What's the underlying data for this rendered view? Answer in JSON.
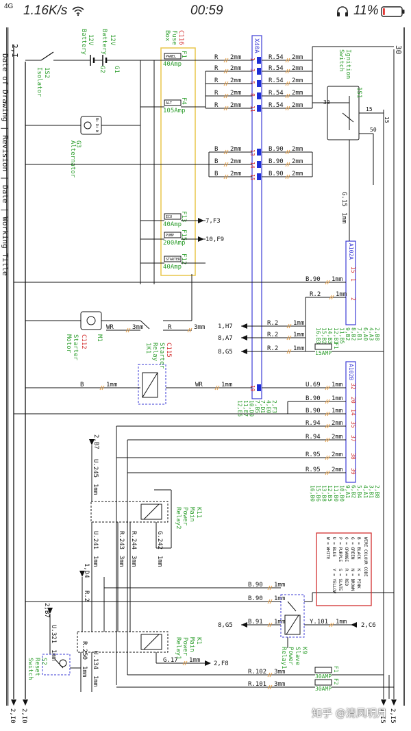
{
  "status_bar": {
    "network": "4G",
    "speed": "1.16K/s",
    "time": "00:59",
    "battery": "11%",
    "battery_level": 0.11,
    "battery_color": "#e53935"
  },
  "watermark": "知乎 @清风明月",
  "colors": {
    "wire": "#111111",
    "label_green": "#2e9e2e",
    "label_red": "#d32f2f",
    "connector_blue": "#3b3bd6",
    "fuse_box": "#e8c64a"
  },
  "sheet": {
    "left_margin_text": "Date of Drawing | Revision | Date | Working Title"
  },
  "top_labels": {
    "left": "2,I",
    "right": "30"
  },
  "components": {
    "isolator": {
      "code": "1S2",
      "name": "Isolator"
    },
    "battery1": {
      "code": "G1",
      "line1": "12V",
      "line2": "Battery"
    },
    "battery2": {
      "code": "G2",
      "line1": "12V",
      "line2": "Battery"
    },
    "alternator": {
      "code": "G3",
      "name": "Alternator",
      "pins": "B+ D+ W"
    },
    "fuse_box": {
      "code": "C116",
      "line1": "Fuse",
      "line2": "Box"
    },
    "starter_motor": {
      "code": "M1",
      "line1": "Starter",
      "line2": "Motor",
      "conn": "C112"
    },
    "starter_relay": {
      "code": "1K1",
      "conn": "C115",
      "line1": "Starter",
      "line2": "Relay"
    },
    "ignition_switch": {
      "code": "1S1",
      "line1": "Ignition",
      "line2": "Switch",
      "t30": "30",
      "t15": "15",
      "t50": "50"
    },
    "main_relay2": {
      "code": "K11",
      "line1": "Main",
      "line2": "Power",
      "line3": "Relay2"
    },
    "main_relay1": {
      "code": "K1",
      "line1": "Main",
      "line2": "Power",
      "line3": "Relay1"
    },
    "slave_relay": {
      "code": "K9",
      "line1": "Slave",
      "line2": "Power",
      "line3": "Relay1"
    },
    "reset_switch": {
      "code": "S2",
      "line1": "Reset",
      "line2": "Switch"
    }
  },
  "fuses": [
    {
      "id": "F1",
      "tag": "PANEL",
      "rating": "40Amp"
    },
    {
      "id": "F4",
      "tag": "ALT",
      "rating": "105Amp"
    },
    {
      "id": "F13",
      "tag": "ECU",
      "rating": "40Amp"
    },
    {
      "id": "F15",
      "tag": "PUMP",
      "rating": "200Amp"
    },
    {
      "id": "F12",
      "tag": "STARTER",
      "rating": "40Amp"
    },
    {
      "id": "F1",
      "tag": "",
      "rating": "15AMP"
    },
    {
      "id": "F1",
      "tag": "",
      "rating": "30AMP"
    },
    {
      "id": "F2",
      "tag": "",
      "rating": "30AMP"
    }
  ],
  "connectors": {
    "x40a": {
      "name": "X40A",
      "pins": [
        "1",
        "3",
        "5",
        "8",
        "11",
        "13",
        "14",
        "15",
        "19"
      ]
    },
    "a102a": {
      "name": "A102A",
      "pins": [
        "15",
        "1",
        "2"
      ]
    },
    "a102b": {
      "name": "A102B",
      "pins": [
        "32",
        "20",
        "14",
        "35",
        "37",
        "38",
        "39"
      ]
    }
  },
  "wires_left": [
    {
      "label": "R",
      "size": "2mm"
    },
    {
      "label": "R",
      "size": "2mm"
    },
    {
      "label": "R",
      "size": "2mm"
    },
    {
      "label": "R",
      "size": "2mm"
    },
    {
      "label": "R",
      "size": "2mm"
    },
    {
      "label": "B",
      "size": "2mm"
    },
    {
      "label": "B",
      "size": "2mm"
    },
    {
      "label": "B",
      "size": "2mm"
    }
  ],
  "wires_right": [
    {
      "label": "R.54",
      "size": "2mm"
    },
    {
      "label": "R.54",
      "size": "2mm"
    },
    {
      "label": "R.54",
      "size": "2mm"
    },
    {
      "label": "R.54",
      "size": "2mm"
    },
    {
      "label": "R.54",
      "size": "2mm"
    },
    {
      "label": "B.90",
      "size": "2mm"
    },
    {
      "label": "B.90",
      "size": "2mm"
    },
    {
      "label": "B.90",
      "size": "2mm"
    }
  ],
  "signal_wires": {
    "g15": {
      "label": "G.15",
      "size": "1mm"
    },
    "b90_a": {
      "label": "B.90",
      "size": "1mm"
    },
    "r2_a": {
      "label": "R.2",
      "size": "1mm"
    },
    "r2_h7": {
      "label": "R.2",
      "size": "1mm",
      "ref": "1,H7"
    },
    "r2_a7": {
      "label": "R.2",
      "size": "1mm",
      "ref": "8,A7"
    },
    "r2_g5": {
      "label": "R.2",
      "size": "1mm",
      "ref": "8,G5"
    },
    "wr_start": {
      "label": "WR",
      "size": "3mm"
    },
    "r_start": {
      "label": "R",
      "size": "3mm"
    },
    "b_1mm": {
      "label": "B",
      "size": "1mm"
    },
    "wr_1mm": {
      "label": "WR",
      "size": "1mm"
    },
    "u69": {
      "label": "U.69",
      "size": "1mm"
    },
    "b90_b": {
      "label": "B.90",
      "size": "1mm"
    },
    "b90_c": {
      "label": "B.90",
      "size": "1mm"
    },
    "r94_a": {
      "label": "R.94",
      "size": "2mm"
    },
    "r94_b": {
      "label": "R.94",
      "size": "2mm"
    },
    "r95_a": {
      "label": "R.95",
      "size": "2mm"
    },
    "r95_b": {
      "label": "R.95",
      "size": "2mm"
    },
    "u245": {
      "label": "U.245",
      "size": "1mm"
    },
    "u241": {
      "label": "U.241",
      "size": "1mm"
    },
    "r243": {
      "label": "R.243",
      "size": "3mm"
    },
    "r244": {
      "label": "R.244",
      "size": "3mm"
    },
    "g242": {
      "label": "G.242",
      "size": "1mm"
    },
    "r2_v": {
      "label": "R.2",
      "size": ""
    },
    "b90_d": {
      "label": "B.90",
      "size": "1mm"
    },
    "b90_e": {
      "label": "B.90",
      "size": "1mm"
    },
    "b91": {
      "label": "B.91",
      "size": "1mm"
    },
    "y101": {
      "label": "Y.101",
      "size": "1mm"
    },
    "u321": {
      "label": "U.321",
      "size": "1mm"
    },
    "r250": {
      "label": "R.250",
      "size": "1mm"
    },
    "u134": {
      "label": "U.134",
      "size": "1mm"
    },
    "g17": {
      "label": "G.17",
      "size": "1mm"
    },
    "r102": {
      "label": "R.102",
      "size": "3mm"
    },
    "r101": {
      "label": "R.101",
      "size": "3mm"
    }
  },
  "refs": {
    "f3": "7,F3",
    "f9": "10,F9",
    "b5": "7,B5",
    "b7a": "2,B7",
    "d4": "1,D4",
    "b7b": "2,B7",
    "g5": "8,G5",
    "c6": "2,C6",
    "f8": "2,F8",
    "bot_left1": "2,I0",
    "bot_left2": "2,I0",
    "bot_right1": "2,I5",
    "bot_right2": "2,I5"
  },
  "ref_lists": {
    "a102a": [
      "2,B8",
      "4,A3",
      "6,A0",
      "7,B1",
      "8,B2",
      "9,B2",
      "11,B5",
      "12,B1",
      "14,B3",
      "15,B2",
      "16,B3"
    ],
    "x40a": [
      "2,F3",
      "4,E0",
      "7,D1",
      "7,B5",
      "10,D0",
      "11,E7",
      "12,E6"
    ],
    "a102b": [
      "2,B8",
      "3,B1",
      "4,A1",
      "5,B4",
      "6,B2",
      "9,A1",
      "10,B0",
      "11,B0",
      "12,B5",
      "13,B8",
      "15,B6",
      "16,B0"
    ]
  },
  "legend": {
    "title": "WIRE COLOUR CODE",
    "rows": [
      [
        "B = BLACK",
        "K = PINK"
      ],
      [
        "G = GREEN",
        "N = BROWN"
      ],
      [
        "O = ORANGE",
        "R = RED"
      ],
      [
        "P = PURPLE",
        "S = SLATE"
      ],
      [
        "U = BLUE",
        "Y = YELLOW"
      ],
      [
        "W = WHITE",
        ""
      ]
    ]
  }
}
